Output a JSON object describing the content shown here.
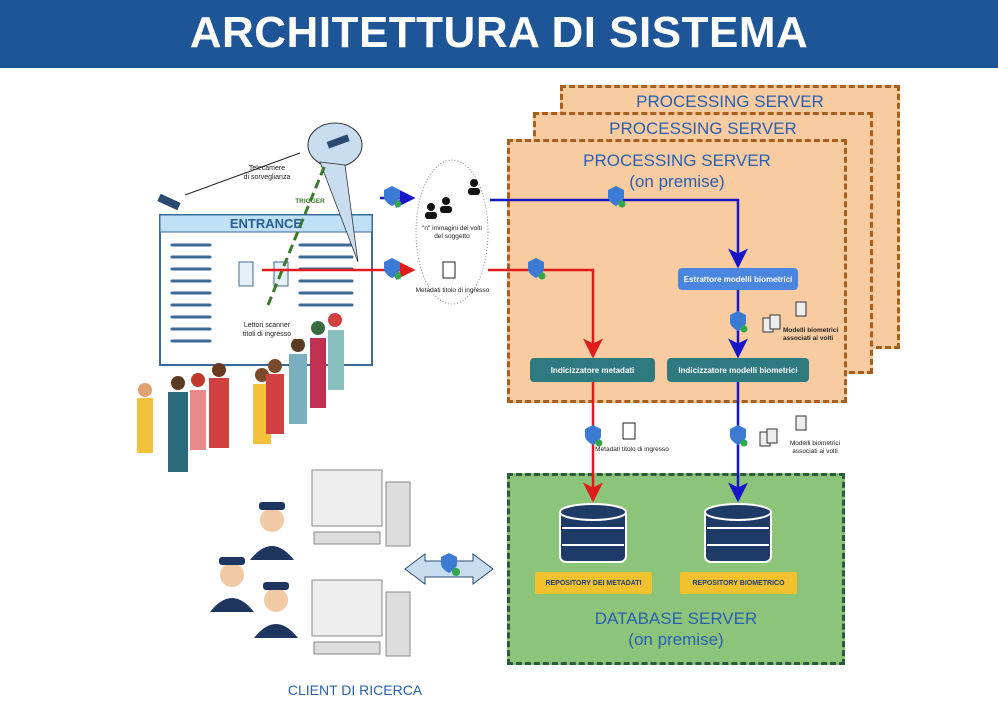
{
  "title": "ARCHITETTURA DI SISTEMA",
  "processing_servers": [
    {
      "label": "PROCESSING SERVER"
    },
    {
      "label": "PROCESSING SERVER"
    },
    {
      "label": "PROCESSING SERVER",
      "sublabel": "(on premise)"
    }
  ],
  "entrance": {
    "sign": "ENTRANCE",
    "cameras_label_1": "Telecamere",
    "cameras_label_2": "di sorveglianza",
    "trigger_label": "TRIGGER",
    "scanners_label_1": "Lettori scanner",
    "scanners_label_2": "titoli di ingresso"
  },
  "capture": {
    "faces_label_1": "\"n\" immagini dei volti",
    "faces_label_2": "del soggetto",
    "metadata_label": "Metadati titolo di ingresso"
  },
  "modules": {
    "extractor": "Estrattore modelli biometrici",
    "metadata_indexer": "Indicizzatore metadati",
    "biometric_indexer": "Indicizzatore modelli  biometrici"
  },
  "annotations": {
    "models_inside_1": "Modelli biometrici",
    "models_inside_2": "associati ai volti",
    "metadata_outside": "Metadati titolo di ingresso",
    "models_outside_1": "Modelli biometrici",
    "models_outside_2": "associati ai volti"
  },
  "database": {
    "label": "DATABASE SERVER",
    "sublabel": "(on premise)",
    "repo_metadata": "REPOSITORY DEI METADATI",
    "repo_biometric": "REPOSITORY BIOMETRICO"
  },
  "client": {
    "label": "CLIENT DI RICERCA"
  },
  "colors": {
    "title_bar": "#1D5596",
    "processing_fill": "#F8CBA1",
    "database_fill": "#8CC57A",
    "metadata_flow": "#E01B1B",
    "biometric_flow": "#1616C8",
    "trigger": "#3A7A2A"
  }
}
